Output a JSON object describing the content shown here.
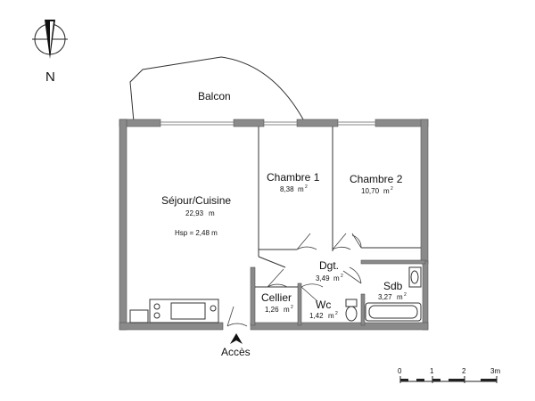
{
  "compass": {
    "north_label": "N"
  },
  "rooms": {
    "balcon": {
      "name": "Balcon"
    },
    "sejour": {
      "name": "Séjour/Cuisine",
      "area_value": "22,93",
      "area_unit": "m",
      "height_note": "Hsp = 2,48 m"
    },
    "chambre1": {
      "name": "Chambre 1",
      "area_value": "8,38",
      "area_unit": "m"
    },
    "chambre2": {
      "name": "Chambre 2",
      "area_value": "10,70",
      "area_unit": "m"
    },
    "degagement": {
      "name": "Dgt.",
      "area_value": "3,49",
      "area_unit": "m"
    },
    "cellier": {
      "name": "Cellier",
      "area_value": "1,26",
      "area_unit": "m"
    },
    "wc": {
      "name": "Wc",
      "area_value": "1,42",
      "area_unit": "m"
    },
    "sdb": {
      "name": "Sdb",
      "area_value": "3,27",
      "area_unit": "m"
    }
  },
  "entrance": {
    "label": "Accès"
  },
  "scale_bar": {
    "ticks": [
      "0",
      "1",
      "2",
      "3m"
    ]
  }
}
